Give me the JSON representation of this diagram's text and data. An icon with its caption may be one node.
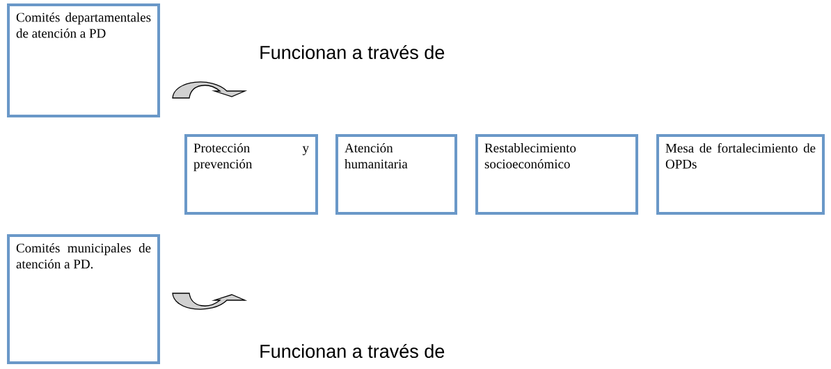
{
  "diagram": {
    "nodes": [
      {
        "text": [
          "Comités departamentales de atención a PD"
        ]
      },
      {
        "text": [
          "Protección y prevención"
        ]
      },
      {
        "text": [
          "Atención humanitaria"
        ]
      },
      {
        "text": [
          "Restablecimiento socioeconómico"
        ]
      },
      {
        "text": [
          "Mesa de fortalecimiento de OPDs"
        ]
      },
      {
        "text": [
          "Comités municipales de atención a PD."
        ]
      }
    ],
    "edges": [
      {
        "from": 0,
        "to": null,
        "arrow": "to"
      },
      {
        "from": 5,
        "to": null,
        "arrow": "to"
      }
    ],
    "labels": [
      "Funcionan a través de",
      "Funcionan a través de"
    ]
  }
}
